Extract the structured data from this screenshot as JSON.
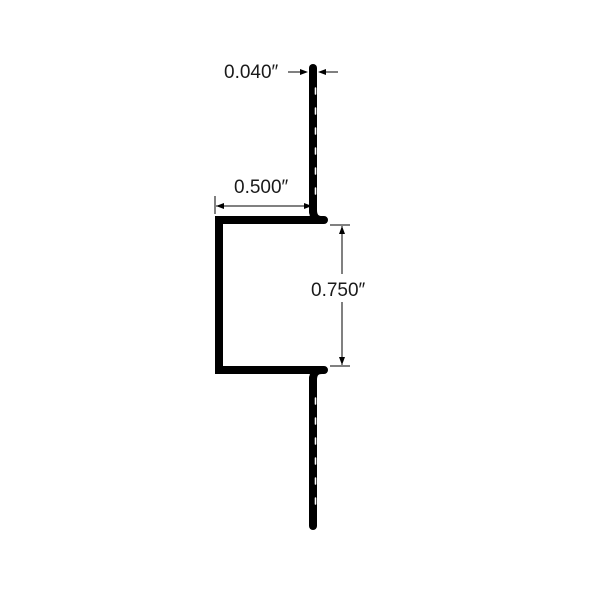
{
  "diagram": {
    "dimensions": {
      "thickness": "0.040″",
      "flange_width": "0.500″",
      "channel_height": "0.750″"
    },
    "colors": {
      "profile": "#000000",
      "background": "#ffffff",
      "text": "#1a1a1a"
    }
  }
}
